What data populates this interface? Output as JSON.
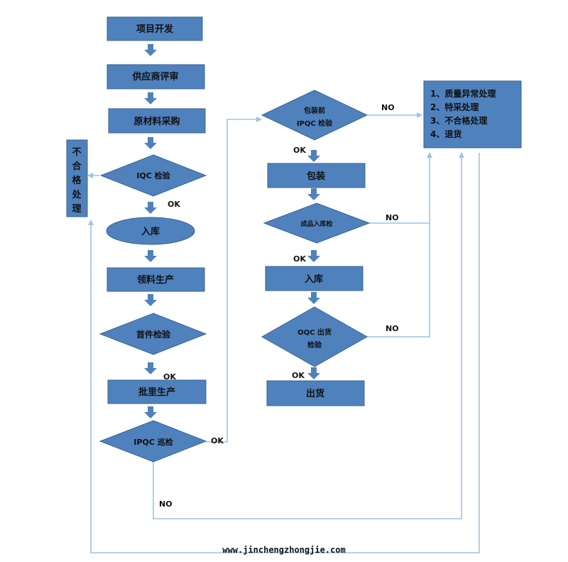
{
  "colors": {
    "node_fill": "#4f81bd",
    "node_stroke": "#3a6592",
    "connector": "#9dc3e6",
    "text": "#111111"
  },
  "nodes": {
    "project_dev": "项目开发",
    "supplier_review": "供应商评审",
    "material_purchase": "原材料采购",
    "iqc": "IQC 检验",
    "stock_in": "入库",
    "material_production": "领料生产",
    "first_article": "首件检验",
    "mass_production": "批里生产",
    "ipqc_patrol": "IPQC 巡检",
    "pre_pack_line1": "包装前",
    "pre_pack_line2": "IPQC 检验",
    "packing": "包装",
    "finished_check": "成品入库检",
    "stock_in_2": "入库",
    "oqc_line1": "OQC 出货",
    "oqc_line2": "检验",
    "ship": "出货",
    "reject_chars": [
      "不",
      "合",
      "格",
      "处",
      "理"
    ],
    "handling": [
      "1、质量异常处理",
      "2、特采处理",
      "3、不合格处理",
      "4、退货"
    ]
  },
  "labels": {
    "ok_iqc": "OK",
    "ok_first": "OK",
    "ok_ipqc": "OK",
    "no_ipqc": "NO",
    "no_prepack": "NO",
    "ok_prepack": "OK",
    "no_finished": "NO",
    "ok_finished": "OK",
    "no_oqc": "NO",
    "ok_oqc": "OK"
  },
  "footer": "www.jinchengzhongjie.com"
}
